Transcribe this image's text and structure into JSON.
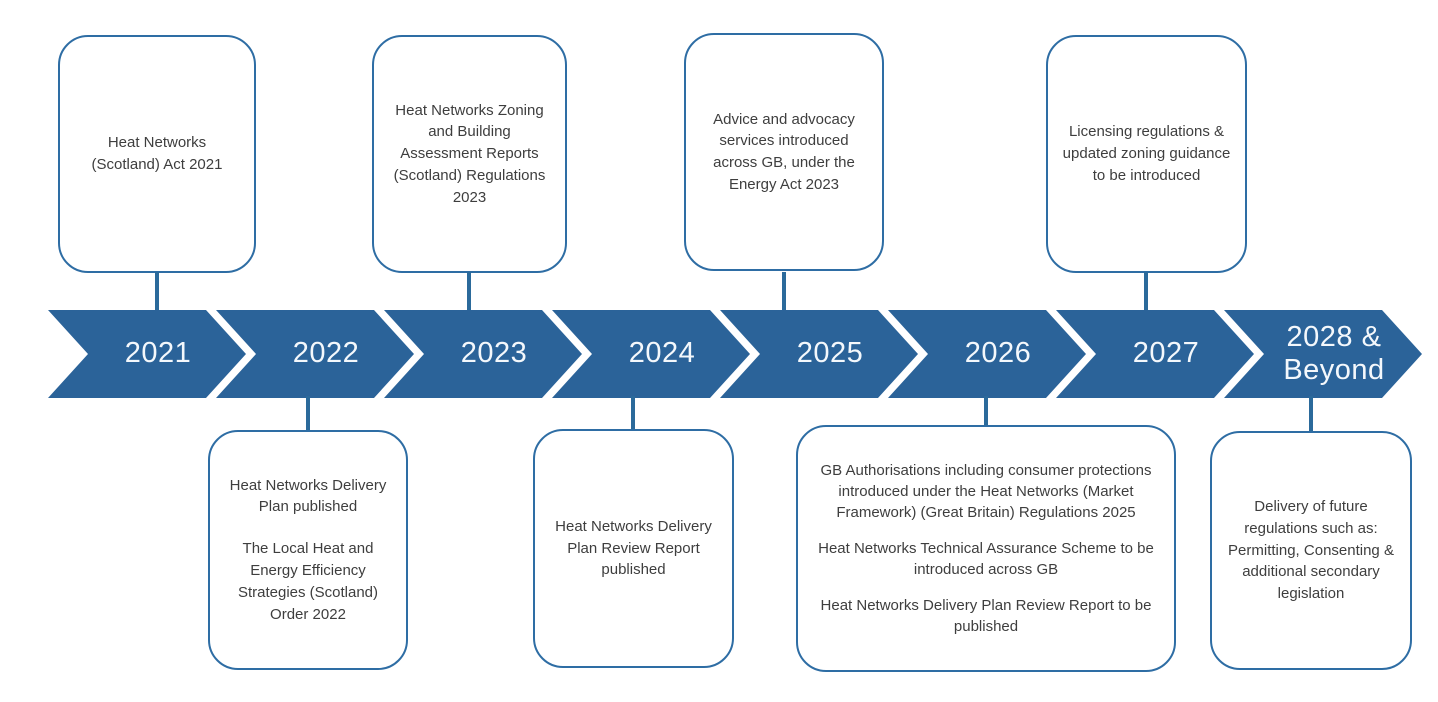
{
  "diagram": {
    "type": "timeline",
    "subject": "Heat networks regulation milestones",
    "colors": {
      "arrow_fill": "#2B6399",
      "box_border": "#2E6DA4",
      "connector": "#2B6A9B",
      "year_text": "#F4F8FC",
      "body_text": "#3E3E3E",
      "background": "#FFFFFF"
    }
  },
  "timeline": {
    "years": [
      {
        "label": "2021"
      },
      {
        "label": "2022"
      },
      {
        "label": "2023"
      },
      {
        "label": "2024"
      },
      {
        "label": "2025"
      },
      {
        "label": "2026"
      },
      {
        "label": "2027"
      },
      {
        "label": "2028 & Beyond"
      }
    ]
  },
  "boxes": {
    "top": [
      {
        "year": "2021",
        "paragraphs": [
          "Heat Networks (Scotland) Act 2021"
        ]
      },
      {
        "year": "2023",
        "paragraphs": [
          "Heat Networks Zoning and Building Assessment Reports (Scotland) Regulations 2023"
        ]
      },
      {
        "year": "2025",
        "paragraphs": [
          "Advice and advocacy services introduced across GB, under the Energy Act 2023"
        ]
      },
      {
        "year": "2027",
        "paragraphs": [
          "Licensing regulations & updated zoning guidance to be introduced"
        ]
      }
    ],
    "bottom": [
      {
        "year": "2022",
        "paragraphs": [
          "Heat Networks Delivery Plan published",
          "The Local Heat and Energy Efficiency Strategies (Scotland) Order 2022"
        ]
      },
      {
        "year": "2024",
        "paragraphs": [
          "Heat Networks Delivery Plan Review Report published"
        ]
      },
      {
        "year": "2026",
        "paragraphs": [
          "GB Authorisations including consumer protections introduced under the Heat Networks (Market Framework) (Great Britain) Regulations 2025",
          "Heat Networks Technical Assurance Scheme to be introduced across GB",
          "Heat Networks Delivery Plan Review Report to be published"
        ]
      },
      {
        "year": "2028 & Beyond",
        "paragraphs": [
          "Delivery of future regulations such as: Permitting, Consenting & additional secondary legislation"
        ]
      }
    ]
  }
}
